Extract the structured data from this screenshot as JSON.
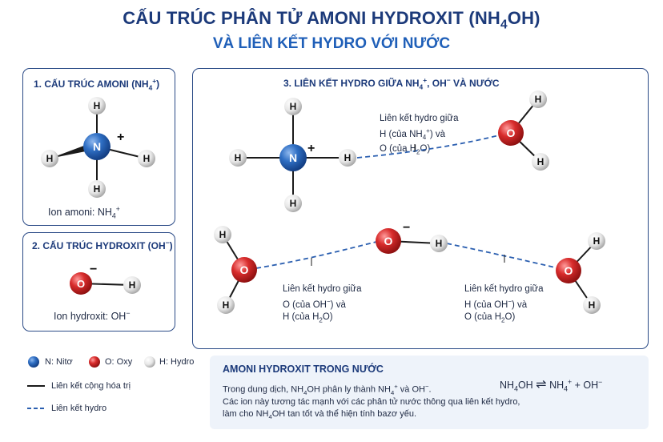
{
  "title": {
    "line1_pre": "CẤU TRÚC PHÂN TỬ AMONI HYDROXIT (NH",
    "line1_sub": "4",
    "line1_post": "OH)",
    "line2": "VÀ LIÊN KẾT HYDRO VỚI NƯỚC"
  },
  "panel1": {
    "title_pre": "1. CẤU TRÚC AMONI (NH",
    "title_sub": "4",
    "title_sup": "+",
    "title_post": ")",
    "caption_pre": "Ion amoni: NH",
    "caption_sub": "4",
    "caption_sup": "+"
  },
  "panel2": {
    "title": "2. CẤU TRÚC HYDROXIT (OH",
    "title_sup": "−",
    "title_post": ")",
    "caption_pre": "Ion hydroxit: OH",
    "caption_sup": "−"
  },
  "panel3": {
    "title_pre": "3. LIÊN KẾT HYDRO GIỮA NH",
    "title_sub": "4",
    "title_sup": "+",
    "title_post": ", OH",
    "title_sup2": "−",
    "title_post2": " VÀ NƯỚC",
    "label_a": {
      "l1": "Liên kết hydro giữa",
      "l2_pre": "H (của NH",
      "l2_sub": "4",
      "l2_sup": "+",
      "l2_post": ") và",
      "l3_pre": "O (của H",
      "l3_sub": "2",
      "l3_post": "O)"
    },
    "label_b": {
      "l1": "Liên kết hydro giữa",
      "l2_pre": "O (của OH",
      "l2_sup": "−",
      "l2_post": ") và",
      "l3_pre": "H (của H",
      "l3_sub": "2",
      "l3_post": "O)"
    },
    "label_c": {
      "l1": "Liên kết hydro giữa",
      "l2_pre": "H (của OH",
      "l2_sup": "−",
      "l2_post": ") và",
      "l3_pre": "O (của H",
      "l3_sub": "2",
      "l3_post": "O)"
    }
  },
  "atoms": {
    "N": "N",
    "O": "O",
    "H": "H",
    "plus": "+",
    "minus": "−"
  },
  "legend": {
    "n_label": "N: Nitơ",
    "o_label": "O: Oxy",
    "h_label": "H: Hydro",
    "covalent": "Liên kết cộng hóa trị",
    "hbond": "Liên kết hydro"
  },
  "info": {
    "heading": "AMONI HYDROXIT TRONG NƯỚC",
    "p1_pre": "Trong dung dịch, NH",
    "p1_sub": "4",
    "p1_mid": "OH phân ly thành NH",
    "p1_sub2": "4",
    "p1_sup": "+",
    "p1_mid2": " và OH",
    "p1_sup2": "−",
    "p1_post": ".",
    "p2": "Các ion này tương tác mạnh với các phân tử nước thông qua liên kết hydro,",
    "p3_pre": "làm cho NH",
    "p3_sub": "4",
    "p3_post": "OH tan tốt và thể hiện tính bazơ yếu.",
    "eq_pre": "NH",
    "eq_sub": "4",
    "eq_mid": "OH",
    "eq_arrow": "⇌",
    "eq_r1": "NH",
    "eq_r1_sub": "4",
    "eq_r1_sup": "+",
    "eq_r2": " + OH",
    "eq_r2_sup": "−"
  },
  "colors": {
    "nitrogen": "#1f5fb8",
    "oxygen": "#d42a2a",
    "hydrogen": "#e8e8e8",
    "border": "#2a4a86",
    "hbond": "#2b5fb0"
  }
}
